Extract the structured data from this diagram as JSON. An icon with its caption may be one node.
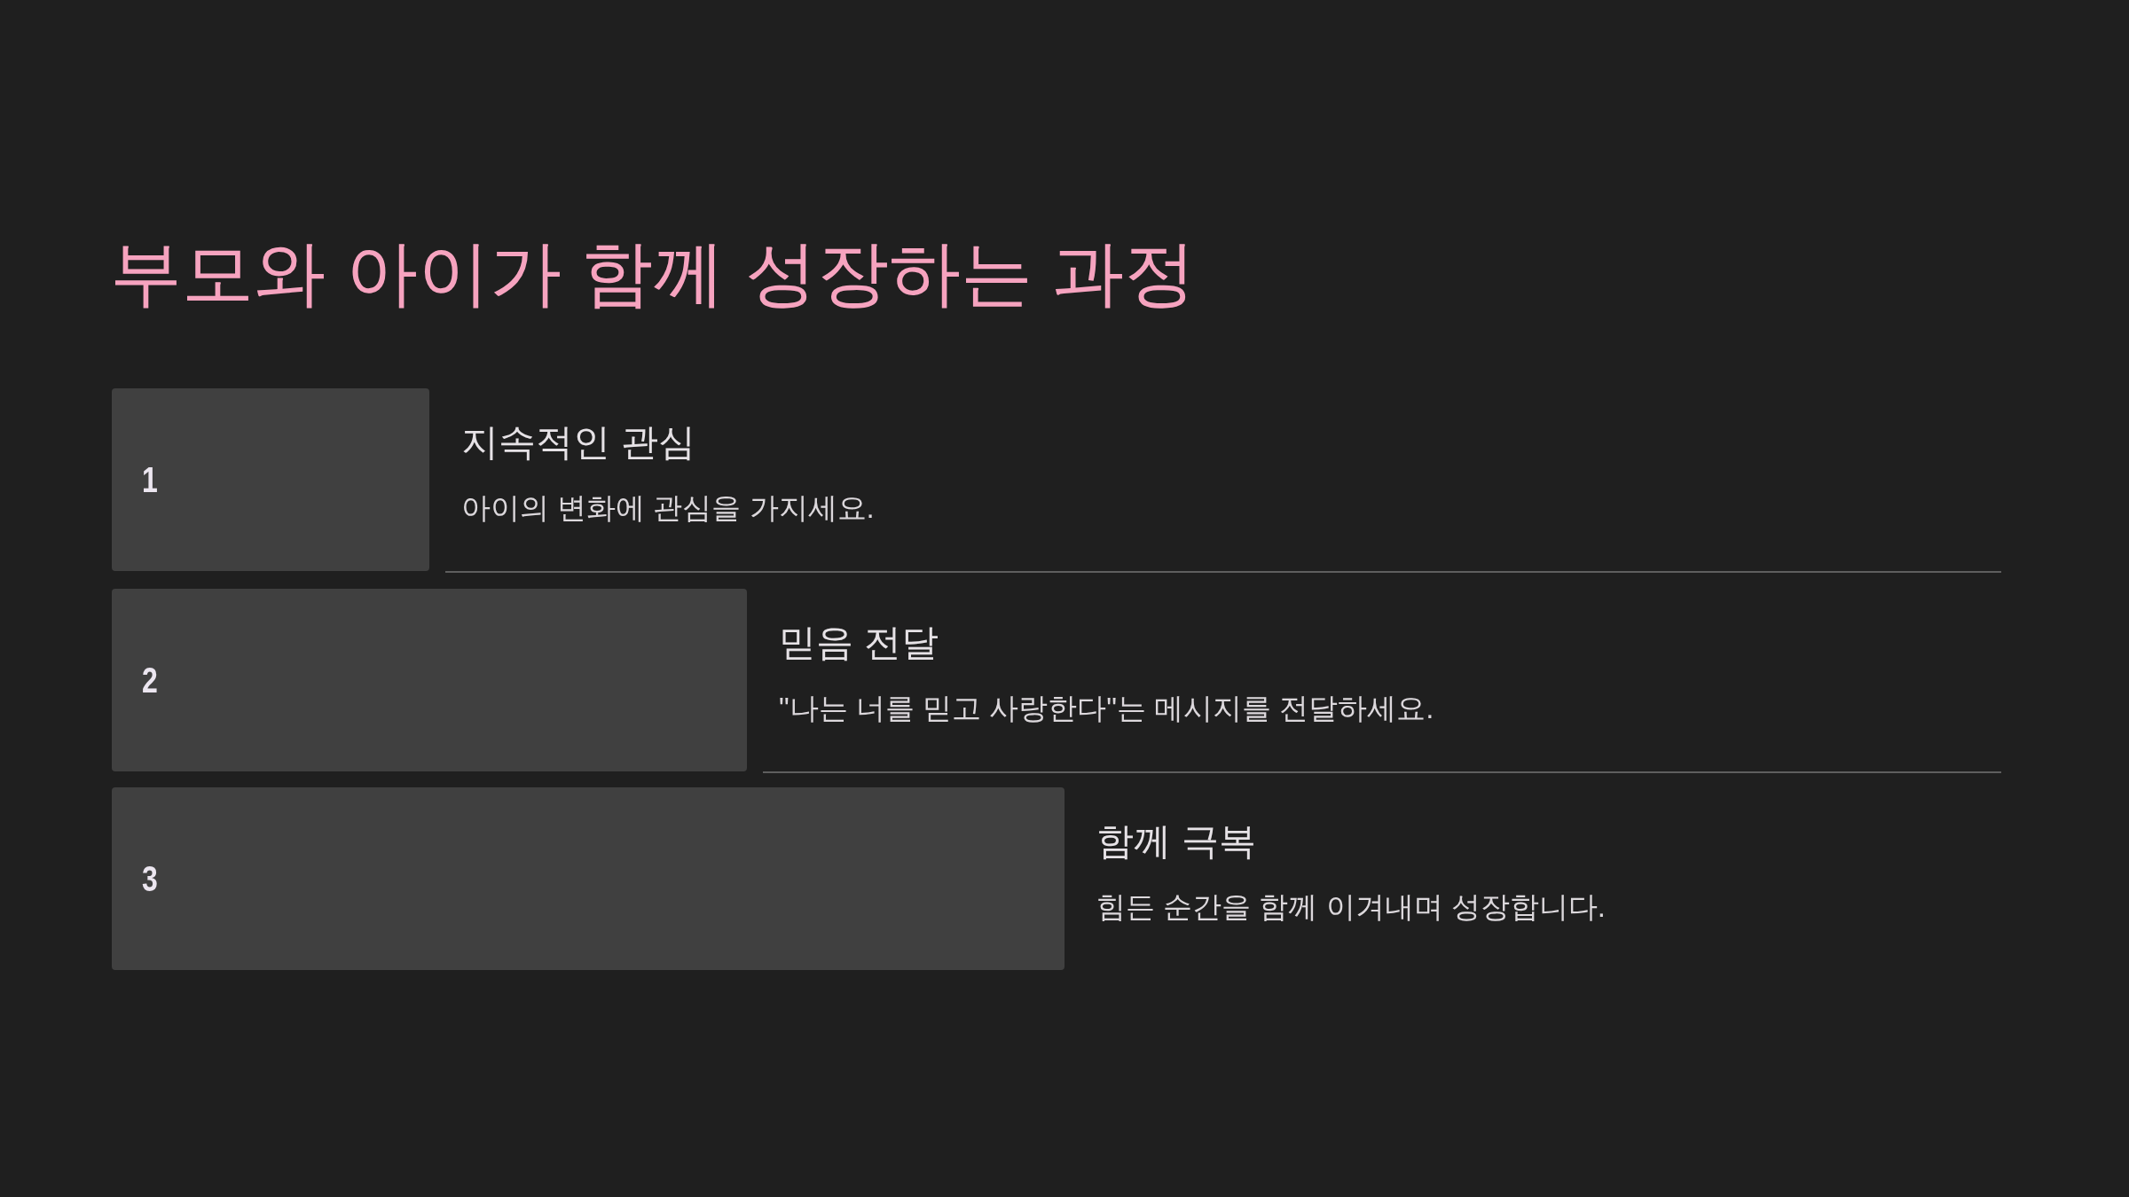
{
  "diagram": {
    "title": "부모와 아이가 함께 성장하는 과정",
    "nodes": [
      {
        "text": [
          "1"
        ],
        "beside": [
          "지속적인 관심",
          "아이의 변화에 관심을 가지세요."
        ]
      },
      {
        "text": [
          "2"
        ],
        "beside": [
          "믿음 전달",
          "\"나는 너를 믿고 사랑한다\"는 메시지를 전달하세요."
        ]
      },
      {
        "text": [
          "3"
        ],
        "beside": [
          "함께 극복",
          "힘든 순간을 함께 이겨내며 성장합니다."
        ]
      }
    ]
  }
}
